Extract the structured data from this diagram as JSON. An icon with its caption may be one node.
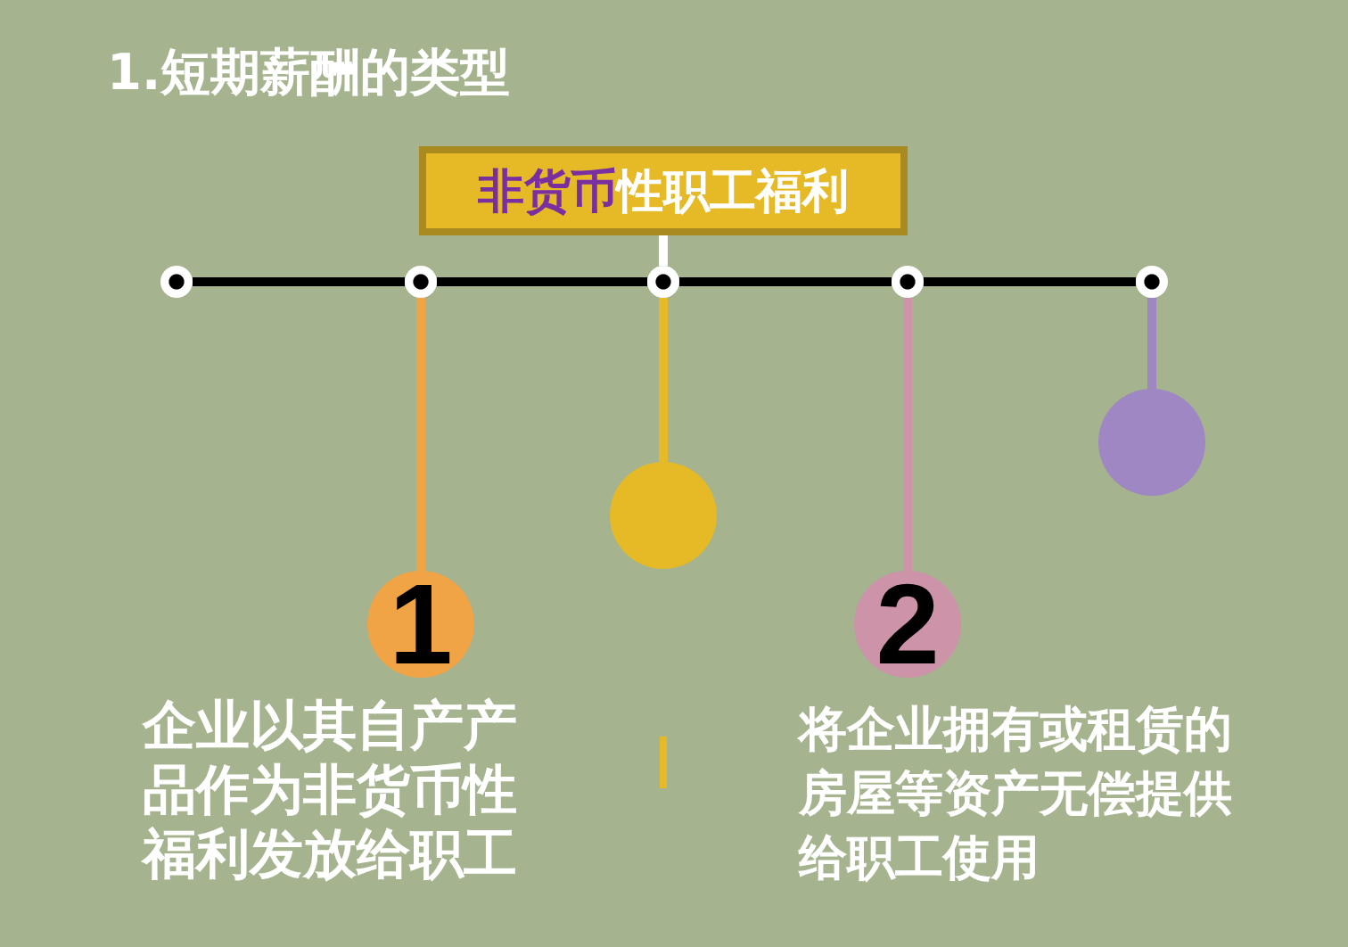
{
  "diagram": {
    "title": "1.短期薪酬的类型",
    "nodes": [
      {
        "text": [
          "非货币",
          "性职工福利"
        ]
      },
      {
        "text": [],
        "shape": "circle"
      },
      {
        "text": [],
        "shape": "circle"
      },
      {
        "text": [],
        "shape": "circle"
      },
      {
        "text": [],
        "shape": "circle"
      },
      {
        "text": [],
        "shape": "circle"
      },
      {
        "text": [
          "1"
        ],
        "beside": [
          "企业以其自产产品作为非货币性福利发放给职工"
        ]
      },
      {
        "text": [],
        "shape": "circle"
      },
      {
        "text": [
          "2"
        ],
        "beside": [
          "将企业拥有或租赁的房屋等资产无偿提供给职工使用"
        ]
      },
      {
        "text": [],
        "shape": "circle"
      }
    ],
    "edges": [
      {
        "from": 0,
        "to": 3,
        "arrow": "none",
        "color": "#ffffff"
      },
      {
        "from": 1,
        "to": 2,
        "arrow": "none"
      },
      {
        "from": 2,
        "to": 3,
        "arrow": "none"
      },
      {
        "from": 3,
        "to": 4,
        "arrow": "none"
      },
      {
        "from": 4,
        "to": 5,
        "arrow": "none"
      },
      {
        "from": 2,
        "to": 6,
        "arrow": "none",
        "color": "#f0a445"
      },
      {
        "from": 3,
        "to": 7,
        "arrow": "none",
        "color": "#e6b927"
      },
      {
        "from": 4,
        "to": 8,
        "arrow": "none",
        "color": "#cd93a8"
      },
      {
        "from": 5,
        "to": 9,
        "arrow": "none",
        "color": "#9e87c2"
      }
    ]
  }
}
